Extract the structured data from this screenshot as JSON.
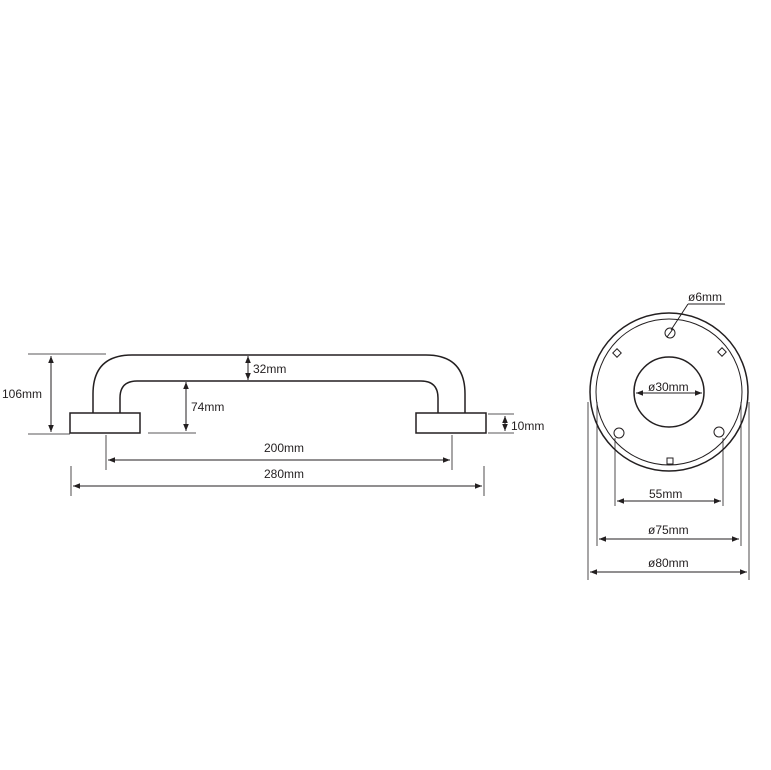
{
  "side_view": {
    "height_total": "106mm",
    "tube_diameter": "32mm",
    "clearance": "74mm",
    "base_thickness": "10mm",
    "centers": "200mm",
    "overall_length": "280mm"
  },
  "end_view": {
    "screw_hole": "ø6mm",
    "center_hole": "ø30mm",
    "hole_spacing": "55mm",
    "inner_diameter": "ø75mm",
    "outer_diameter": "ø80mm"
  }
}
